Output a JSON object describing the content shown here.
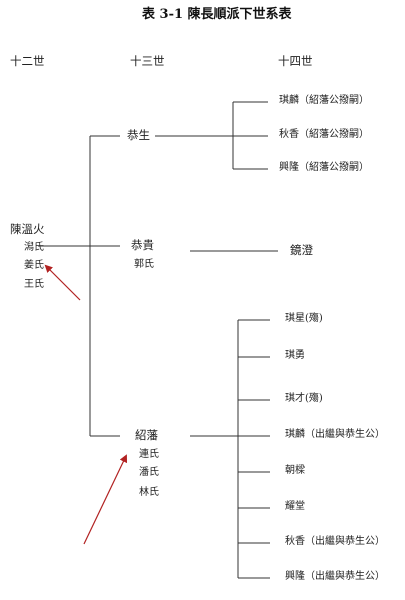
{
  "title": "表 3-1  陳長順派下世系表",
  "generations": [
    "十二世",
    "十三世",
    "十四世"
  ],
  "gen12": {
    "name": "陳溫火",
    "spouses": [
      "潟氏",
      "姜氏",
      "王氏"
    ]
  },
  "gen13": [
    {
      "name": "恭生",
      "spouses": []
    },
    {
      "name": "恭貴",
      "spouses": [
        "郭氏"
      ]
    },
    {
      "name": "紹藩",
      "spouses": [
        "連氏",
        "潘氏",
        "林氏"
      ]
    }
  ],
  "gen14": {
    "group1": [
      "琪麟（紹藩公撥嗣）",
      "秋香（紹藩公撥嗣）",
      "興隆（紹藩公撥嗣）"
    ],
    "group2": [
      "鏡澄"
    ],
    "group3": [
      "琪星(殤)",
      "琪勇",
      "琪才(殤)",
      "琪麟（出繼與恭生公）",
      "朝樑",
      "耀堂",
      "秋香（出繼與恭生公）",
      "興隆（出繼與恭生公）"
    ]
  },
  "colors": {
    "line": "#333333",
    "arrow": "#b22222"
  }
}
